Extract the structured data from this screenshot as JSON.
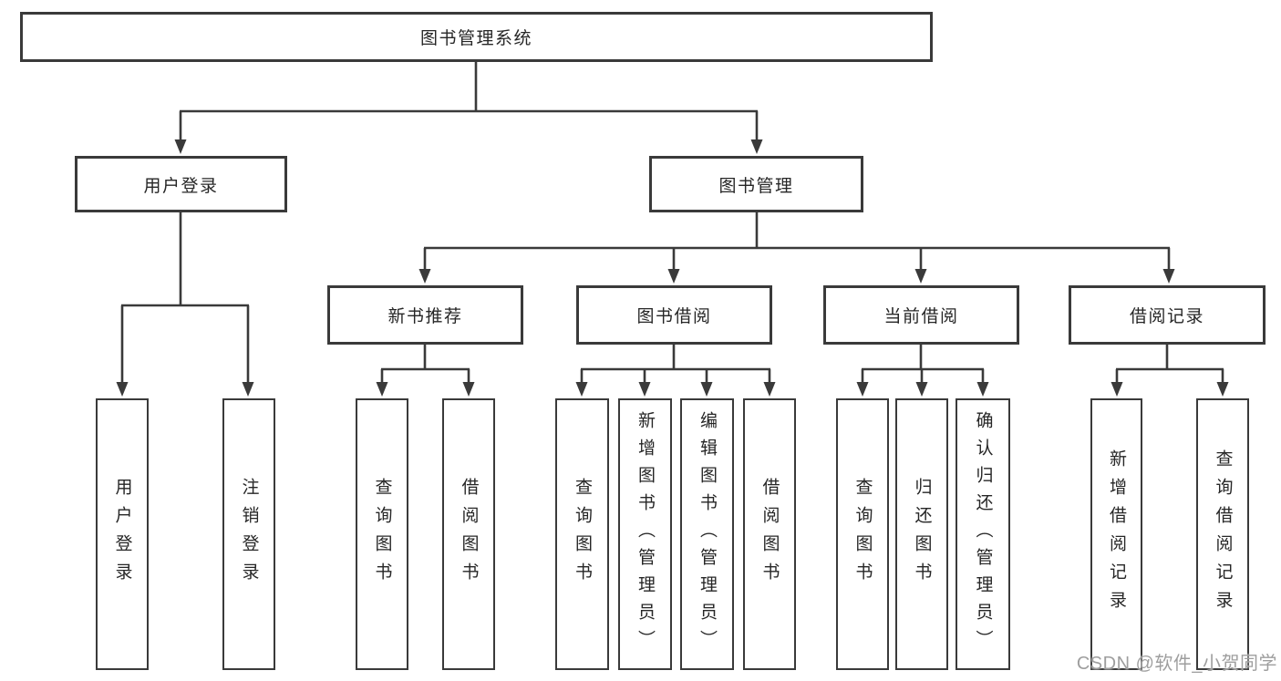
{
  "diagram": {
    "root": "图书管理系统",
    "user_branch": {
      "label": "用户登录",
      "children": [
        "用户登录",
        "注销登录"
      ]
    },
    "book_branch": {
      "label": "图书管理",
      "groups": [
        {
          "label": "新书推荐",
          "children": [
            "查询图书",
            "借阅图书"
          ]
        },
        {
          "label": "图书借阅",
          "children": [
            "查询图书",
            "新增图书（管理员）",
            "编辑图书（管理员）",
            "借阅图书"
          ]
        },
        {
          "label": "当前借阅",
          "children": [
            "查询图书",
            "归还图书",
            "确认归还（管理员）"
          ]
        },
        {
          "label": "借阅记录",
          "children": [
            "新增借阅记录",
            "查询借阅记录"
          ]
        }
      ]
    }
  },
  "watermark": "CSDN @软件_小贺同学",
  "colors": {
    "line": "#3a3a3a",
    "box_border": "#3a3a3a",
    "text": "#262626",
    "watermark": "#9e9e9e",
    "background": "#ffffff"
  }
}
